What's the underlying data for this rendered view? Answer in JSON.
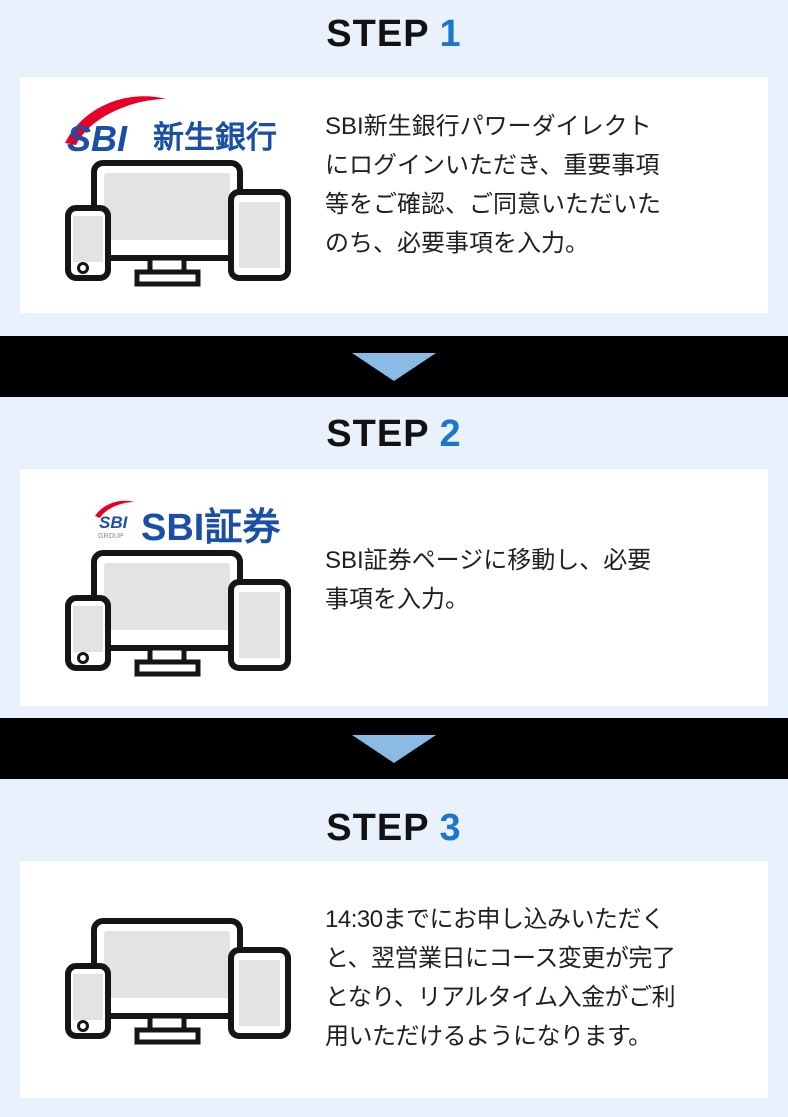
{
  "colors": {
    "page_background": "#e9f1fd",
    "card_background": "#ffffff",
    "band_background": "#000000",
    "arrow_blue": "#8abbe5",
    "step_number_blue": "#1b76cc",
    "logo_blue": "#1b4fa5",
    "logo_red": "#e60027",
    "body_text": "#1f1f1f",
    "device_screen_gray": "#e3e3e3"
  },
  "steps": [
    {
      "heading_prefix": "STEP",
      "heading_number": "1",
      "logo": {
        "sbi": "SBI",
        "name_text": "新生銀行"
      },
      "description": "SBI新生銀行パワーダイレクトにログインいただき、重要事項等をご確認、ご同意いただいたのち、必要事項を入力。",
      "lines": [
        "SBI新生銀行パワーダイレクト",
        "にログインいただき、重要事項",
        "等をご確認、ご同意いただいた",
        "のち、必要事項を入力。"
      ]
    },
    {
      "heading_prefix": "STEP",
      "heading_number": "2",
      "logo": {
        "emblem_sbi": "SBI",
        "emblem_group": "GROUP",
        "name_text": "SBI証券"
      },
      "description": "SBI証券ページに移動し、必要事項を入力。",
      "lines": [
        "SBI証券ページに移動し、必要",
        "事項を入力。"
      ]
    },
    {
      "heading_prefix": "STEP",
      "heading_number": "3",
      "description": "14:30までにお申し込みいただくと、翌営業日にコース変更が完了となり、リアルタイム入金がご利用いただけるようになります。",
      "lines": [
        "14:30までにお申し込みいただく",
        "と、翌営業日にコース変更が完了",
        "となり、リアルタイム入金がご利",
        "用いただけるようになります。"
      ]
    }
  ]
}
